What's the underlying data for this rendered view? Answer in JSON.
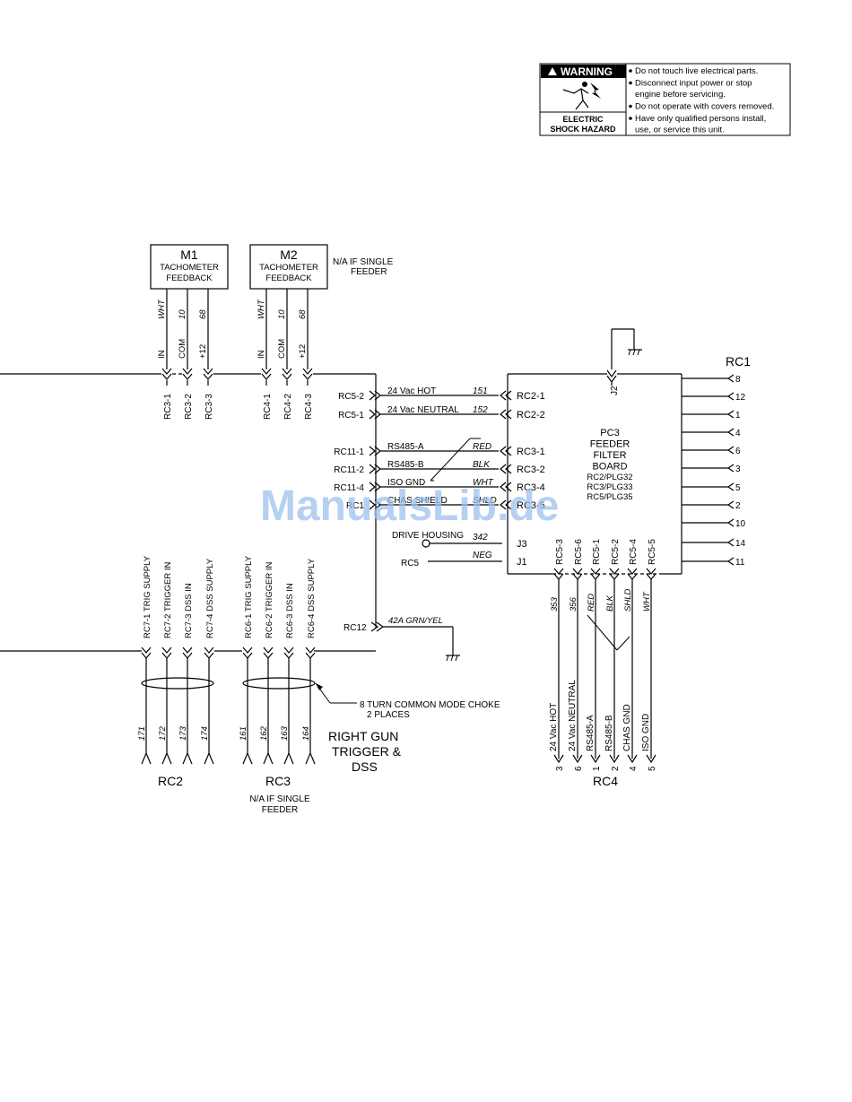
{
  "warning": {
    "title": "WARNING",
    "subtitle_line1": "ELECTRIC",
    "subtitle_line2": "SHOCK HAZARD",
    "items": [
      [
        "Do not touch live electrical parts."
      ],
      [
        "Disconnect input power or stop",
        "engine before servicing."
      ],
      [
        "Do not operate with covers removed."
      ],
      [
        "Have only qualified persons install,",
        "use, or service this unit."
      ]
    ]
  },
  "watermark": "ManualsLib.de",
  "m1": {
    "title": "M1",
    "line1": "TACHOMETER",
    "line2": "FEEDBACK"
  },
  "m2": {
    "title": "M2",
    "line1": "TACHOMETER",
    "line2": "FEEDBACK"
  },
  "na_single_feeder_top": [
    "N/A IF SINGLE",
    "FEEDER"
  ],
  "m1_wires": [
    "WHT",
    "10",
    "68"
  ],
  "m2_wires": [
    "WHT",
    "10",
    "68"
  ],
  "pin_labels_top": [
    "IN",
    "COM",
    "+12"
  ],
  "rc3_top_pins": [
    "RC3-1",
    "RC3-2",
    "RC3-3"
  ],
  "rc4_top_pins": [
    "RC4-1",
    "RC4-2",
    "RC4-3"
  ],
  "left_connections": [
    {
      "left": "RC5-2",
      "signal": "24 Vac HOT",
      "wire": "151",
      "right": "RC2-1"
    },
    {
      "left": "RC5-1",
      "signal": "24 Vac NEUTRAL",
      "wire": "152",
      "right": "RC2-2"
    },
    {
      "left": "RC11-1",
      "signal": "RS485-A",
      "wire": "RED",
      "right": "RC3-1"
    },
    {
      "left": "RC11-2",
      "signal": "RS485-B",
      "wire": "BLK",
      "right": "RC3-2"
    },
    {
      "left": "RC11-4",
      "signal": "ISO GND",
      "wire": "WHT",
      "right": "RC3-4"
    },
    {
      "left": "RC1",
      "signal": "CHAS SHIELD",
      "wire": "SHLD",
      "right": "RC3-5"
    }
  ],
  "drive_housing": {
    "label": "DRIVE HOUSING",
    "wire": "342",
    "jack": "J3"
  },
  "rc5_neg": {
    "label": "RC5",
    "wire": "NEG",
    "jack": "J1"
  },
  "j2": "J2",
  "pc3": {
    "lines": [
      "PC3",
      "FEEDER",
      "FILTER",
      "BOARD"
    ],
    "plugs": [
      "RC2/PLG32",
      "RC3/PLG33",
      "RC5/PLG35"
    ]
  },
  "rc1": {
    "title": "RC1",
    "pins": [
      "8",
      "12",
      "1",
      "4",
      "6",
      "3",
      "5",
      "2",
      "10",
      "14",
      "11"
    ]
  },
  "rc12": {
    "label": "RC12",
    "wire": "42A GRN/YEL"
  },
  "rc7_signals": [
    "RC7-1 TRIG SUPPLY",
    "RC7-2 TRIGGER IN",
    "RC7-3 DSS IN",
    "RC7-4 DSS SUPPLY"
  ],
  "rc6_signals": [
    "RC6-1 TRIG SUPPLY",
    "RC6-2 TRIGGER IN",
    "RC6-3 DSS IN",
    "RC6-4 DSS SUPPLY"
  ],
  "rc2_wires": [
    "171",
    "172",
    "173",
    "174"
  ],
  "rc3_wires": [
    "161",
    "162",
    "163",
    "164"
  ],
  "rc2_title": "RC2",
  "rc3_title": "RC3",
  "na_single_feeder_bottom": [
    "N/A IF SINGLE",
    "FEEDER"
  ],
  "right_gun": [
    "RIGHT GUN",
    "TRIGGER &",
    "DSS"
  ],
  "choke_note": [
    "8 TURN COMMON MODE CHOKE",
    "2 PLACES"
  ],
  "rc5_pins": [
    "RC5-3",
    "RC5-6",
    "RC5-1",
    "RC5-2",
    "RC5-4",
    "RC5-5"
  ],
  "rc4_wires": [
    "353",
    "356",
    "RED",
    "BLK",
    "SHLD",
    "WHT"
  ],
  "rc4_signals": [
    "24 Vac HOT",
    "24 Vac NEUTRAL",
    "RS485-A",
    "RS485-B",
    "CHAS GND",
    "ISO GND"
  ],
  "rc4_pins": [
    "3",
    "6",
    "1",
    "2",
    "4",
    "5"
  ],
  "rc4_title": "RC4"
}
